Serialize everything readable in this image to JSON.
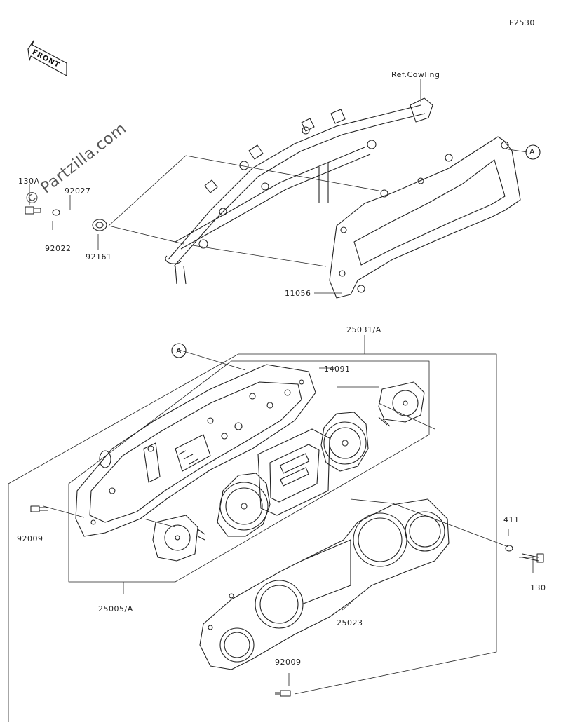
{
  "figure_code": "F2530",
  "watermark": "© Partzilla.com",
  "front_badge": "FRONT",
  "ref_label": "Ref.Cowling",
  "callout_a": "A",
  "parts": {
    "p130A": "130A",
    "p92027": "92027",
    "p92022": "92022",
    "p92161": "92161",
    "p11056": "11056",
    "p25031A": "25031/A",
    "p14091": "14091",
    "p92009_left": "92009",
    "p25005A": "25005/A",
    "p25023": "25023",
    "p92009_bottom": "92009",
    "p411": "411",
    "p130": "130"
  }
}
